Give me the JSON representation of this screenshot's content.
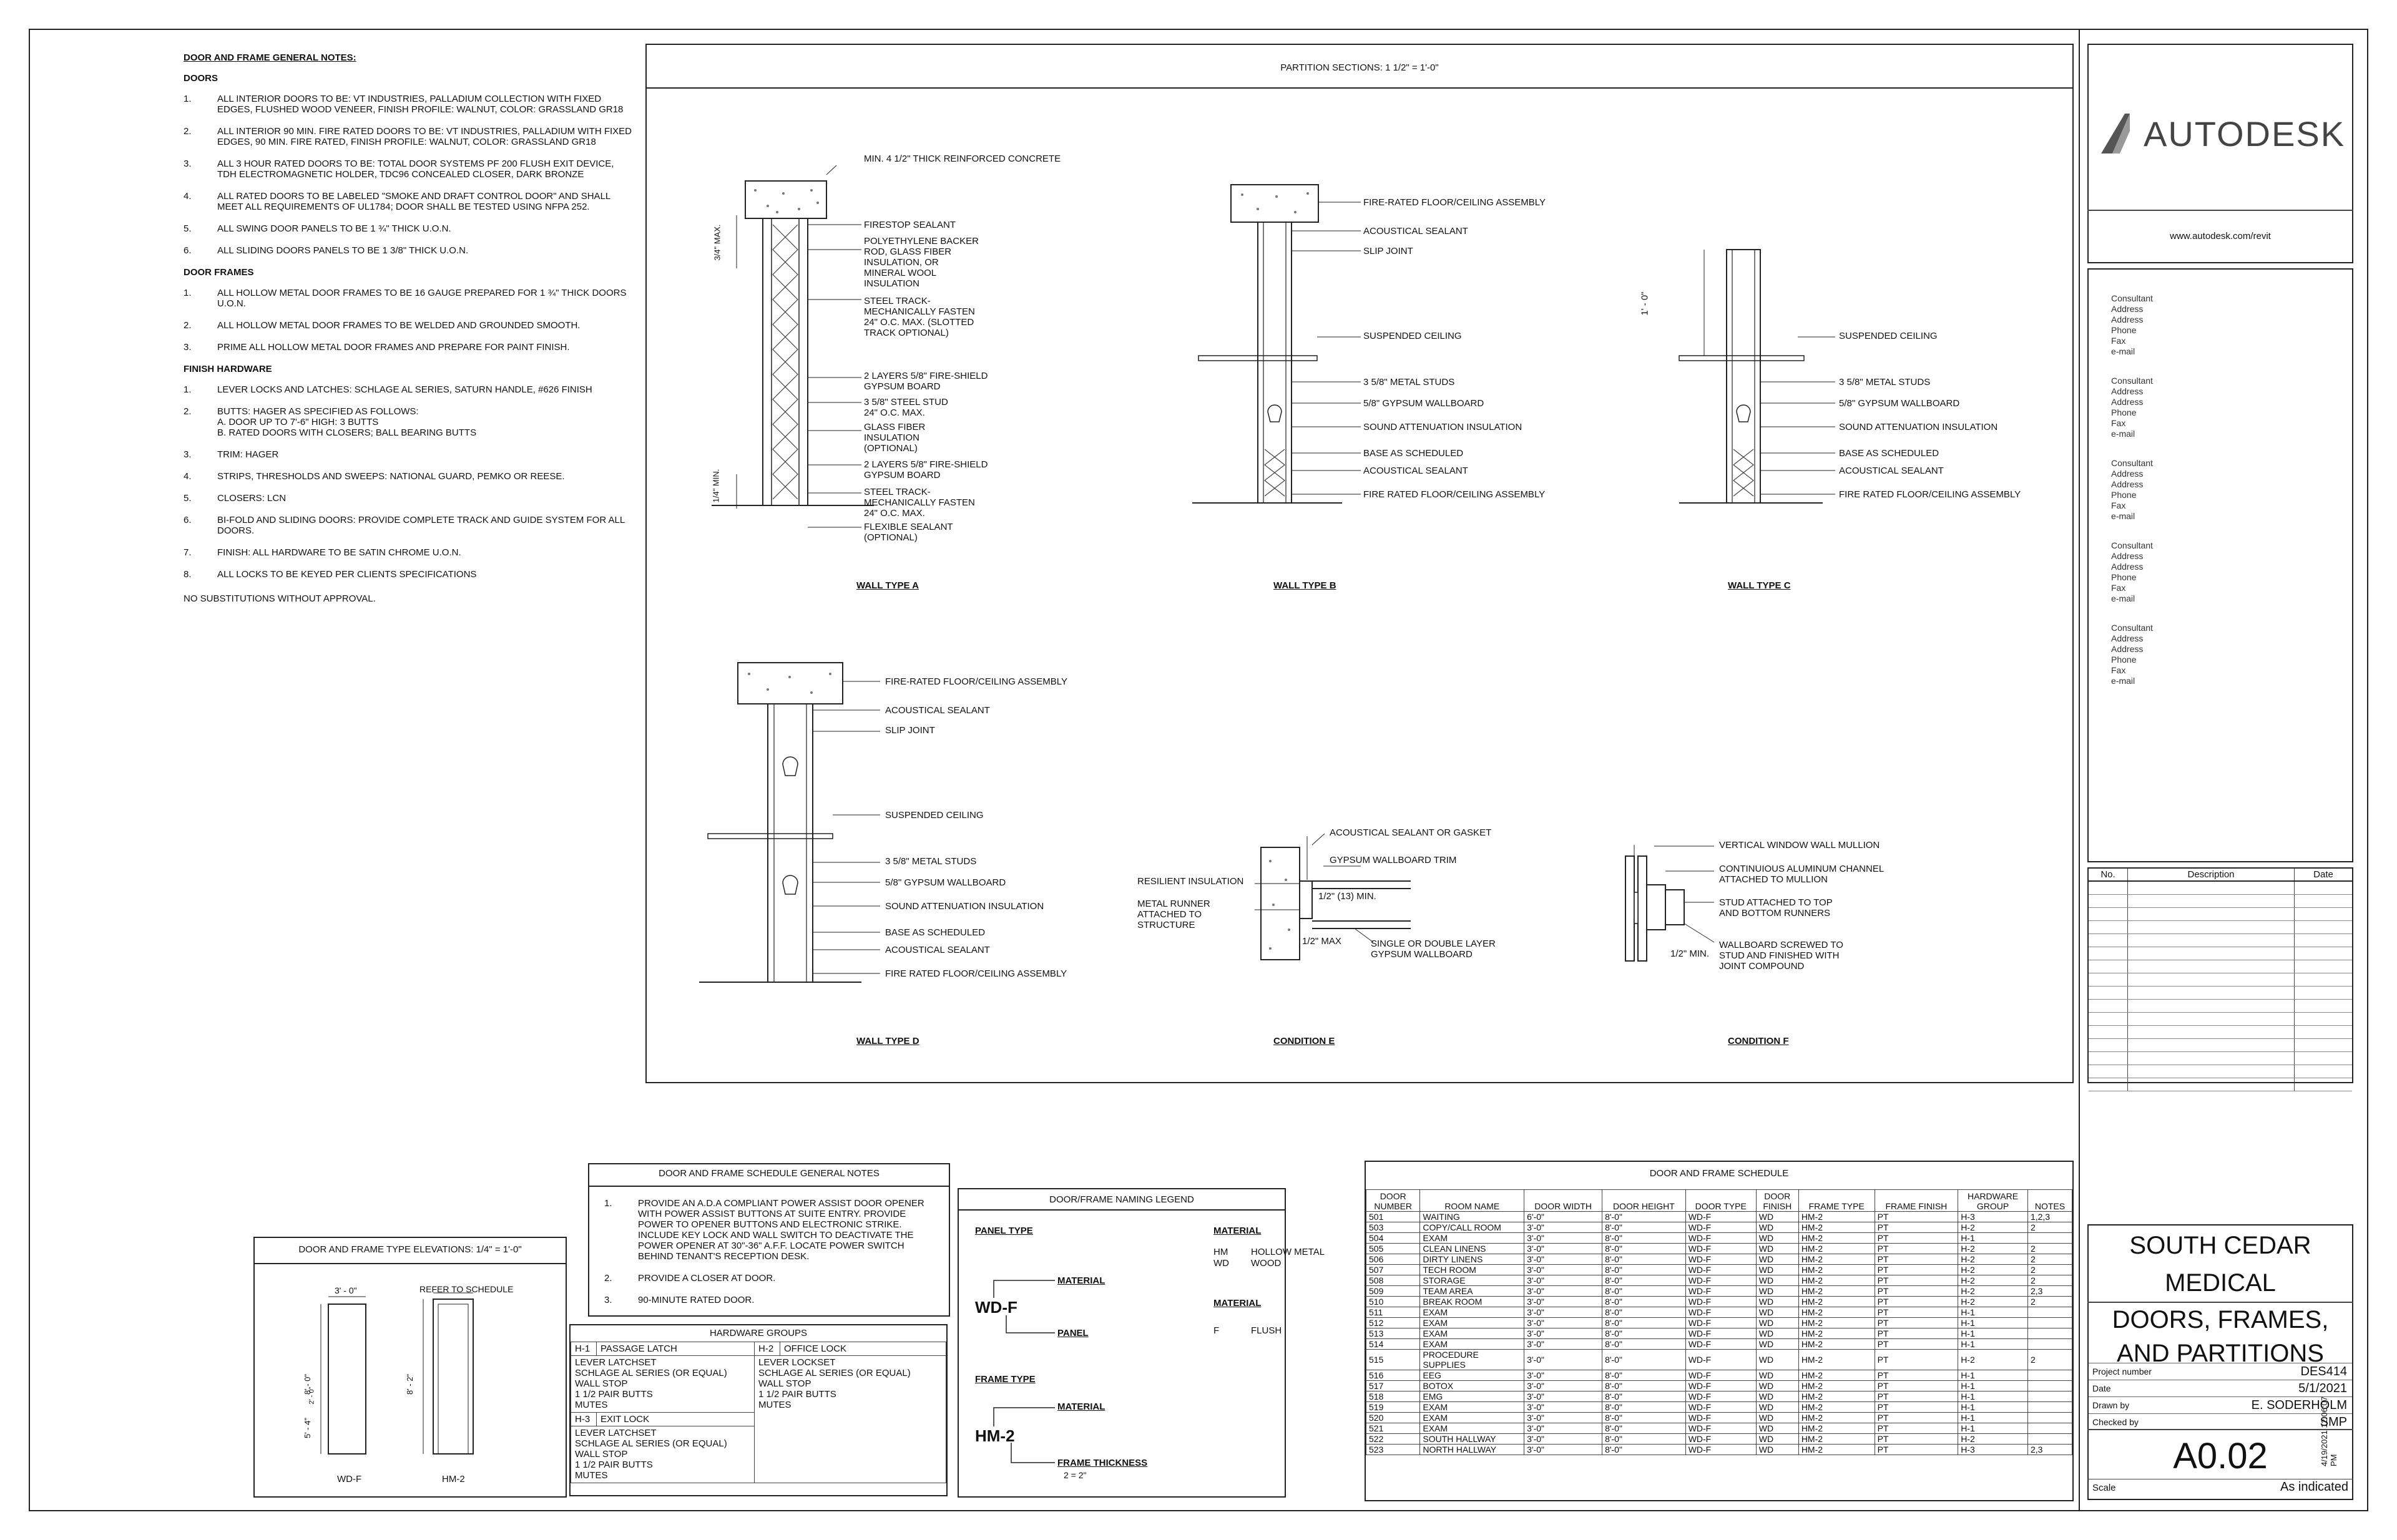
{
  "general_notes": {
    "title": "DOOR AND FRAME GENERAL NOTES:",
    "sections": [
      {
        "heading": "DOORS",
        "items": [
          {
            "n": "1.",
            "t": "ALL INTERIOR DOORS TO BE: VT INDUSTRIES, PALLADIUM COLLECTION WITH FIXED EDGES, FLUSHED WOOD VENEER, FINISH PROFILE: WALNUT, COLOR: GRASSLAND GR18"
          },
          {
            "n": "2.",
            "t": "ALL INTERIOR 90 MIN. FIRE RATED DOORS TO BE: VT INDUSTRIES, PALLADIUM WITH FIXED EDGES, 90 MIN. FIRE RATED, FINISH PROFILE: WALNUT, COLOR: GRASSLAND GR18"
          },
          {
            "n": "3.",
            "t": "ALL 3 HOUR RATED DOORS TO BE: TOTAL DOOR SYSTEMS PF 200 FLUSH EXIT DEVICE, TDH ELECTROMAGNETIC HOLDER, TDC96 CONCEALED CLOSER, DARK BRONZE"
          },
          {
            "n": "4.",
            "t": "ALL RATED DOORS TO BE LABELED \"SMOKE AND DRAFT CONTROL DOOR\" AND SHALL MEET ALL REQUIREMENTS OF UL1784; DOOR SHALL BE TESTED USING NFPA 252."
          },
          {
            "n": "5.",
            "t": "ALL SWING DOOR PANELS TO BE 1 ¾\" THICK U.O.N."
          },
          {
            "n": "6.",
            "t": "ALL SLIDING DOORS PANELS TO BE 1 3/8\" THICK U.O.N."
          }
        ]
      },
      {
        "heading": "DOOR FRAMES",
        "items": [
          {
            "n": "1.",
            "t": "ALL HOLLOW METAL DOOR FRAMES TO BE 16 GAUGE PREPARED FOR 1 ¾\" THICK DOORS U.O.N."
          },
          {
            "n": "2.",
            "t": "ALL HOLLOW METAL DOOR FRAMES TO BE WELDED AND GROUNDED SMOOTH."
          },
          {
            "n": "3.",
            "t": "PRIME ALL HOLLOW METAL DOOR FRAMES AND PREPARE FOR PAINT FINISH."
          }
        ]
      },
      {
        "heading": "FINISH HARDWARE",
        "items": [
          {
            "n": "1.",
            "t": "LEVER LOCKS AND LATCHES: SCHLAGE AL SERIES, SATURN HANDLE, #626 FINISH"
          },
          {
            "n": "2.",
            "t": "BUTTS: HAGER AS SPECIFIED AS FOLLOWS:\nA.        DOOR UP TO 7'-6\" HIGH: 3 BUTTS\nB.        RATED DOORS WITH CLOSERS; BALL BEARING BUTTS"
          },
          {
            "n": "3.",
            "t": "TRIM: HAGER"
          },
          {
            "n": "4.",
            "t": "STRIPS, THRESHOLDS AND SWEEPS: NATIONAL GUARD, PEMKO OR REESE."
          },
          {
            "n": "5.",
            "t": "CLOSERS: LCN"
          },
          {
            "n": "6.",
            "t": "BI-FOLD AND SLIDING DOORS: PROVIDE COMPLETE TRACK AND GUIDE SYSTEM FOR ALL DOORS."
          },
          {
            "n": "7.",
            "t": "FINISH: ALL HARDWARE TO BE SATIN CHROME U.O.N."
          },
          {
            "n": "8.",
            "t": "ALL LOCKS TO BE KEYED PER CLIENTS SPECIFICATIONS"
          }
        ]
      }
    ],
    "footer": "NO SUBSTITUTIONS WITHOUT APPROVAL."
  },
  "partition": {
    "title": "PARTITION SECTIONS: 1 1/2\" = 1'-0\"",
    "wall_a": {
      "title": "WALL TYPE A",
      "labels": [
        "MIN. 4 1/2\" THICK REINFORCED CONCRETE",
        "FIRESTOP SEALANT",
        "POLYETHYLENE BACKER\nROD, GLASS FIBER\nINSULATION, OR\nMINERAL WOOL\nINSULATION",
        "STEEL TRACK-\nMECHANICALLY FASTEN\n24\" O.C. MAX. (SLOTTED\nTRACK OPTIONAL)",
        "2 LAYERS 5/8\" FIRE-SHIELD\nGYPSUM BOARD",
        "3 5/8\" STEEL STUD\n24\" O.C. MAX.",
        "GLASS FIBER\nINSULATION\n(OPTIONAL)",
        "2 LAYERS 5/8\" FIRE-SHIELD\nGYPSUM BOARD",
        "STEEL TRACK-\nMECHANICALLY FASTEN\n24\" O.C. MAX.",
        "FLEXIBLE SEALANT\n(OPTIONAL)"
      ],
      "dims": [
        "3/4\" MAX.",
        "1/4\" MIN."
      ]
    },
    "wall_b": {
      "title": "WALL TYPE B",
      "labels": [
        "FIRE-RATED FLOOR/CEILING ASSEMBLY",
        "ACOUSTICAL SEALANT",
        "SLIP JOINT",
        "SUSPENDED CEILING",
        "3 5/8\" METAL STUDS",
        "5/8\" GYPSUM WALLBOARD",
        "SOUND ATTENUATION INSULATION",
        "BASE AS SCHEDULED",
        "ACOUSTICAL SEALANT",
        "FIRE RATED FLOOR/CEILING ASSEMBLY"
      ]
    },
    "wall_c": {
      "title": "WALL TYPE C",
      "labels": [
        "SUSPENDED CEILING",
        "3 5/8\" METAL STUDS",
        "5/8\" GYPSUM WALLBOARD",
        "SOUND ATTENUATION INSULATION",
        "BASE AS SCHEDULED",
        "ACOUSTICAL SEALANT",
        "FIRE RATED FLOOR/CEILING ASSEMBLY"
      ],
      "dim": "1' - 0\""
    },
    "wall_d": {
      "title": "WALL TYPE D",
      "labels": [
        "FIRE-RATED FLOOR/CEILING ASSEMBLY",
        "ACOUSTICAL SEALANT",
        "SLIP JOINT",
        "SUSPENDED CEILING",
        "3 5/8\" METAL STUDS",
        "5/8\" GYPSUM WALLBOARD",
        "SOUND ATTENUATION INSULATION",
        "BASE AS SCHEDULED",
        "ACOUSTICAL SEALANT",
        "FIRE RATED FLOOR/CEILING ASSEMBLY"
      ]
    },
    "cond_e": {
      "title": "CONDITION E",
      "labels": [
        "ACOUSTICAL SEALANT OR GASKET",
        "GYPSUM WALLBOARD TRIM",
        "RESILIENT INSULATION",
        "1/2\" (13) MIN.",
        "METAL RUNNER\nATTACHED TO\nSTRUCTURE",
        "1/2\" MAX",
        "SINGLE OR DOUBLE LAYER\nGYPSUM WALLBOARD"
      ]
    },
    "cond_f": {
      "title": "CONDITION F",
      "labels": [
        "VERTICAL WINDOW WALL MULLION",
        "CONTINUIOUS ALUMINUM CHANNEL\nATTACHED TO MULLION",
        "STUD ATTACHED TO TOP\nAND BOTTOM RUNNERS",
        "1/2\" MIN.",
        "WALLBOARD SCREWED TO\nSTUD AND FINISHED WITH\nJOINT COMPOUND"
      ]
    }
  },
  "titleblock": {
    "logo": "AUTODESK",
    "url": "www.autodesk.com/revit",
    "consultants": [
      [
        "Consultant",
        "Address",
        "Address",
        "Phone",
        "Fax",
        "e-mail"
      ],
      [
        "Consultant",
        "Address",
        "Address",
        "Phone",
        "Fax",
        "e-mail"
      ],
      [
        "Consultant",
        "Address",
        "Address",
        "Phone",
        "Fax",
        "e-mail"
      ],
      [
        "Consultant",
        "Address",
        "Address",
        "Phone",
        "Fax",
        "e-mail"
      ],
      [
        "Consultant",
        "Address",
        "Address",
        "Phone",
        "Fax",
        "e-mail"
      ]
    ],
    "revision_headers": [
      "No.",
      "Description",
      "Date"
    ],
    "project_name": "SOUTH CEDAR\nMEDICAL",
    "sheet_name": "DOORS, FRAMES,\nAND PARTITIONS",
    "fields": [
      {
        "k": "Project number",
        "v": "DES414"
      },
      {
        "k": "Date",
        "v": "5/1/2021"
      },
      {
        "k": "Drawn by",
        "v": "E. SODERHOLM"
      },
      {
        "k": "Checked by",
        "v": "SMP"
      }
    ],
    "sheet_number": "A0.02",
    "scale_label": "Scale",
    "scale_value": "As indicated",
    "print_stamp": "4/19/2021 12:06:07 PM"
  },
  "type_elevations": {
    "title": "DOOR AND FRAME TYPE ELEVATIONS: 1/4\" = 1'-0\"",
    "dims": [
      "3' - 0\"",
      "REFER TO SCHEDULE",
      "8' - 0\"",
      "8' - 2\"",
      "5' - 4\"",
      "2' - 0\""
    ],
    "labels": [
      "WD-F",
      "HM-2"
    ]
  },
  "schedule_notes": {
    "title": "DOOR AND FRAME SCHEDULE GENERAL NOTES",
    "items": [
      {
        "n": "1.",
        "t": "PROVIDE AN A.D.A COMPLIANT POWER ASSIST DOOR OPENER WITH POWER ASSIST BUTTONS AT SUITE ENTRY. PROVIDE POWER TO OPENER BUTTONS AND ELECTRONIC STRIKE. INCLUDE KEY LOCK AND WALL SWITCH TO DEACTIVATE THE POWER OPENER AT 30\"-36\" A.F.F. LOCATE POWER SWITCH BEHIND TENANT'S RECEPTION DESK."
      },
      {
        "n": "2.",
        "t": "PROVIDE A CLOSER AT DOOR."
      },
      {
        "n": "3.",
        "t": "90-MINUTE RATED DOOR."
      }
    ]
  },
  "hardware_groups": {
    "title": "HARDWARE GROUPS",
    "groups": [
      {
        "id": "H-1",
        "name": "PASSAGE LATCH",
        "items": "LEVER LATCHSET\nSCHLAGE AL SERIES (OR EQUAL)\nWALL STOP\n1 1/2 PAIR BUTTS\nMUTES"
      },
      {
        "id": "H-2",
        "name": "OFFICE LOCK",
        "items": "LEVER LOCKSET\nSCHLAGE AL SERIES (OR EQUAL)\nWALL STOP\n1 1/2 PAIR BUTTS\nMUTES"
      },
      {
        "id": "H-3",
        "name": "EXIT LOCK",
        "items": "LEVER LATCHSET\nSCHLAGE AL SERIES (OR EQUAL)\nWALL STOP\n1 1/2 PAIR BUTTS\nMUTES"
      }
    ]
  },
  "naming_legend": {
    "title": "DOOR/FRAME NAMING LEGEND",
    "panel_type": "PANEL TYPE",
    "material_label": "MATERIAL",
    "panel_label": "PANEL",
    "panel_code": "WD-F",
    "frame_type": "FRAME TYPE",
    "frame_code": "HM-2",
    "frame_thickness": "FRAME THICKNESS",
    "frame_thickness_note": "2 = 2\"",
    "material_heading_1": "MATERIAL",
    "materials_1": [
      {
        "c": "HM",
        "d": "HOLLOW METAL"
      },
      {
        "c": "WD",
        "d": "WOOD"
      }
    ],
    "material_heading_2": "MATERIAL",
    "materials_2": [
      {
        "c": "F",
        "d": "FLUSH"
      }
    ]
  },
  "schedule": {
    "title": "DOOR AND FRAME SCHEDULE",
    "headers": [
      "DOOR\nNUMBER",
      "ROOM NAME",
      "DOOR WIDTH",
      "DOOR HEIGHT",
      "DOOR TYPE",
      "DOOR\nFINISH",
      "FRAME TYPE",
      "FRAME FINISH",
      "HARDWARE\nGROUP",
      "NOTES"
    ],
    "rows": [
      [
        "501",
        "WAITING",
        "6'-0\"",
        "8'-0\"",
        "WD-F",
        "WD",
        "HM-2",
        "PT",
        "H-3",
        "1,2,3"
      ],
      [
        "503",
        "COPY/CALL ROOM",
        "3'-0\"",
        "8'-0\"",
        "WD-F",
        "WD",
        "HM-2",
        "PT",
        "H-2",
        "2"
      ],
      [
        "504",
        "EXAM",
        "3'-0\"",
        "8'-0\"",
        "WD-F",
        "WD",
        "HM-2",
        "PT",
        "H-1",
        ""
      ],
      [
        "505",
        "CLEAN LINENS",
        "3'-0\"",
        "8'-0\"",
        "WD-F",
        "WD",
        "HM-2",
        "PT",
        "H-2",
        "2"
      ],
      [
        "506",
        "DIRTY LINENS",
        "3'-0\"",
        "8'-0\"",
        "WD-F",
        "WD",
        "HM-2",
        "PT",
        "H-2",
        "2"
      ],
      [
        "507",
        "TECH ROOM",
        "3'-0\"",
        "8'-0\"",
        "WD-F",
        "WD",
        "HM-2",
        "PT",
        "H-2",
        "2"
      ],
      [
        "508",
        "STORAGE",
        "3'-0\"",
        "8'-0\"",
        "WD-F",
        "WD",
        "HM-2",
        "PT",
        "H-2",
        "2"
      ],
      [
        "509",
        "TEAM AREA",
        "3'-0\"",
        "8'-0\"",
        "WD-F",
        "WD",
        "HM-2",
        "PT",
        "H-2",
        "2,3"
      ],
      [
        "510",
        "BREAK ROOM",
        "3'-0\"",
        "8'-0\"",
        "WD-F",
        "WD",
        "HM-2",
        "PT",
        "H-2",
        "2"
      ],
      [
        "511",
        "EXAM",
        "3'-0\"",
        "8'-0\"",
        "WD-F",
        "WD",
        "HM-2",
        "PT",
        "H-1",
        ""
      ],
      [
        "512",
        "EXAM",
        "3'-0\"",
        "8'-0\"",
        "WD-F",
        "WD",
        "HM-2",
        "PT",
        "H-1",
        ""
      ],
      [
        "513",
        "EXAM",
        "3'-0\"",
        "8'-0\"",
        "WD-F",
        "WD",
        "HM-2",
        "PT",
        "H-1",
        ""
      ],
      [
        "514",
        "EXAM",
        "3'-0\"",
        "8'-0\"",
        "WD-F",
        "WD",
        "HM-2",
        "PT",
        "H-1",
        ""
      ],
      [
        "515",
        "PROCEDURE\nSUPPLIES",
        "3'-0\"",
        "8'-0\"",
        "WD-F",
        "WD",
        "HM-2",
        "PT",
        "H-2",
        "2"
      ],
      [
        "516",
        "EEG",
        "3'-0\"",
        "8'-0\"",
        "WD-F",
        "WD",
        "HM-2",
        "PT",
        "H-1",
        ""
      ],
      [
        "517",
        "BOTOX",
        "3'-0\"",
        "8'-0\"",
        "WD-F",
        "WD",
        "HM-2",
        "PT",
        "H-1",
        ""
      ],
      [
        "518",
        "EMG",
        "3'-0\"",
        "8'-0\"",
        "WD-F",
        "WD",
        "HM-2",
        "PT",
        "H-1",
        ""
      ],
      [
        "519",
        "EXAM",
        "3'-0\"",
        "8'-0\"",
        "WD-F",
        "WD",
        "HM-2",
        "PT",
        "H-1",
        ""
      ],
      [
        "520",
        "EXAM",
        "3'-0\"",
        "8'-0\"",
        "WD-F",
        "WD",
        "HM-2",
        "PT",
        "H-1",
        ""
      ],
      [
        "521",
        "EXAM",
        "3'-0\"",
        "8'-0\"",
        "WD-F",
        "WD",
        "HM-2",
        "PT",
        "H-1",
        ""
      ],
      [
        "522",
        "SOUTH HALLWAY",
        "3'-0\"",
        "8'-0\"",
        "WD-F",
        "WD",
        "HM-2",
        "PT",
        "H-2",
        ""
      ],
      [
        "523",
        "NORTH HALLWAY",
        "3'-0\"",
        "8'-0\"",
        "WD-F",
        "WD",
        "HM-2",
        "PT",
        "H-3",
        "2,3"
      ]
    ]
  }
}
